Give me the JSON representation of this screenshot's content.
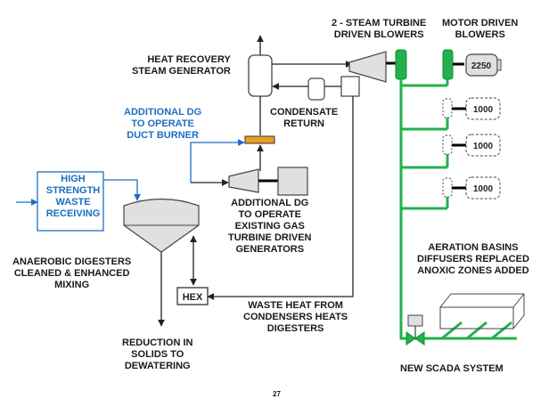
{
  "labels": {
    "steam_turbine_blowers": [
      "2 - STEAM TURBINE",
      "DRIVEN BLOWERS"
    ],
    "motor_blowers": [
      "MOTOR DRIVEN",
      "BLOWERS"
    ],
    "hrsg": [
      "HEAT RECOVERY",
      "STEAM GENERATOR"
    ],
    "duct_burner": [
      "ADDITIONAL DG",
      "TO OPERATE",
      "DUCT BURNER"
    ],
    "condensate": [
      "CONDENSATE",
      "RETURN"
    ],
    "high_strength": [
      "HIGH",
      "STRENGTH",
      "WASTE",
      "RECEIVING"
    ],
    "gas_turbine": [
      "ADDITIONAL DG",
      "TO OPERATE",
      "EXISTING GAS",
      "TURBINE DRIVEN",
      "GENERATORS"
    ],
    "digesters": [
      "ANAEROBIC DIGESTERS",
      "CLEANED & ENHANCED",
      "MIXING"
    ],
    "aeration": [
      "AERATION BASINS",
      "DIFFUSERS REPLACED",
      "ANOXIC ZONES ADDED"
    ],
    "waste_heat": [
      "WASTE HEAT FROM",
      "CONDENSERS HEATS",
      "DIGESTERS"
    ],
    "solids": [
      "REDUCTION IN",
      "SOLIDS TO",
      "DEWATERING"
    ],
    "scada": "NEW SCADA SYSTEM",
    "hex": "HEX",
    "motor_2250": "2250",
    "motor_1000_a": "1000",
    "motor_1000_b": "1000",
    "motor_1000_c": "1000",
    "page_number": "27"
  },
  "colors": {
    "green": "#22b14c",
    "blue": "#1a6fc2",
    "orange": "#e8a020",
    "equipment_fill": "#e0e0e0",
    "line": "#222222"
  }
}
